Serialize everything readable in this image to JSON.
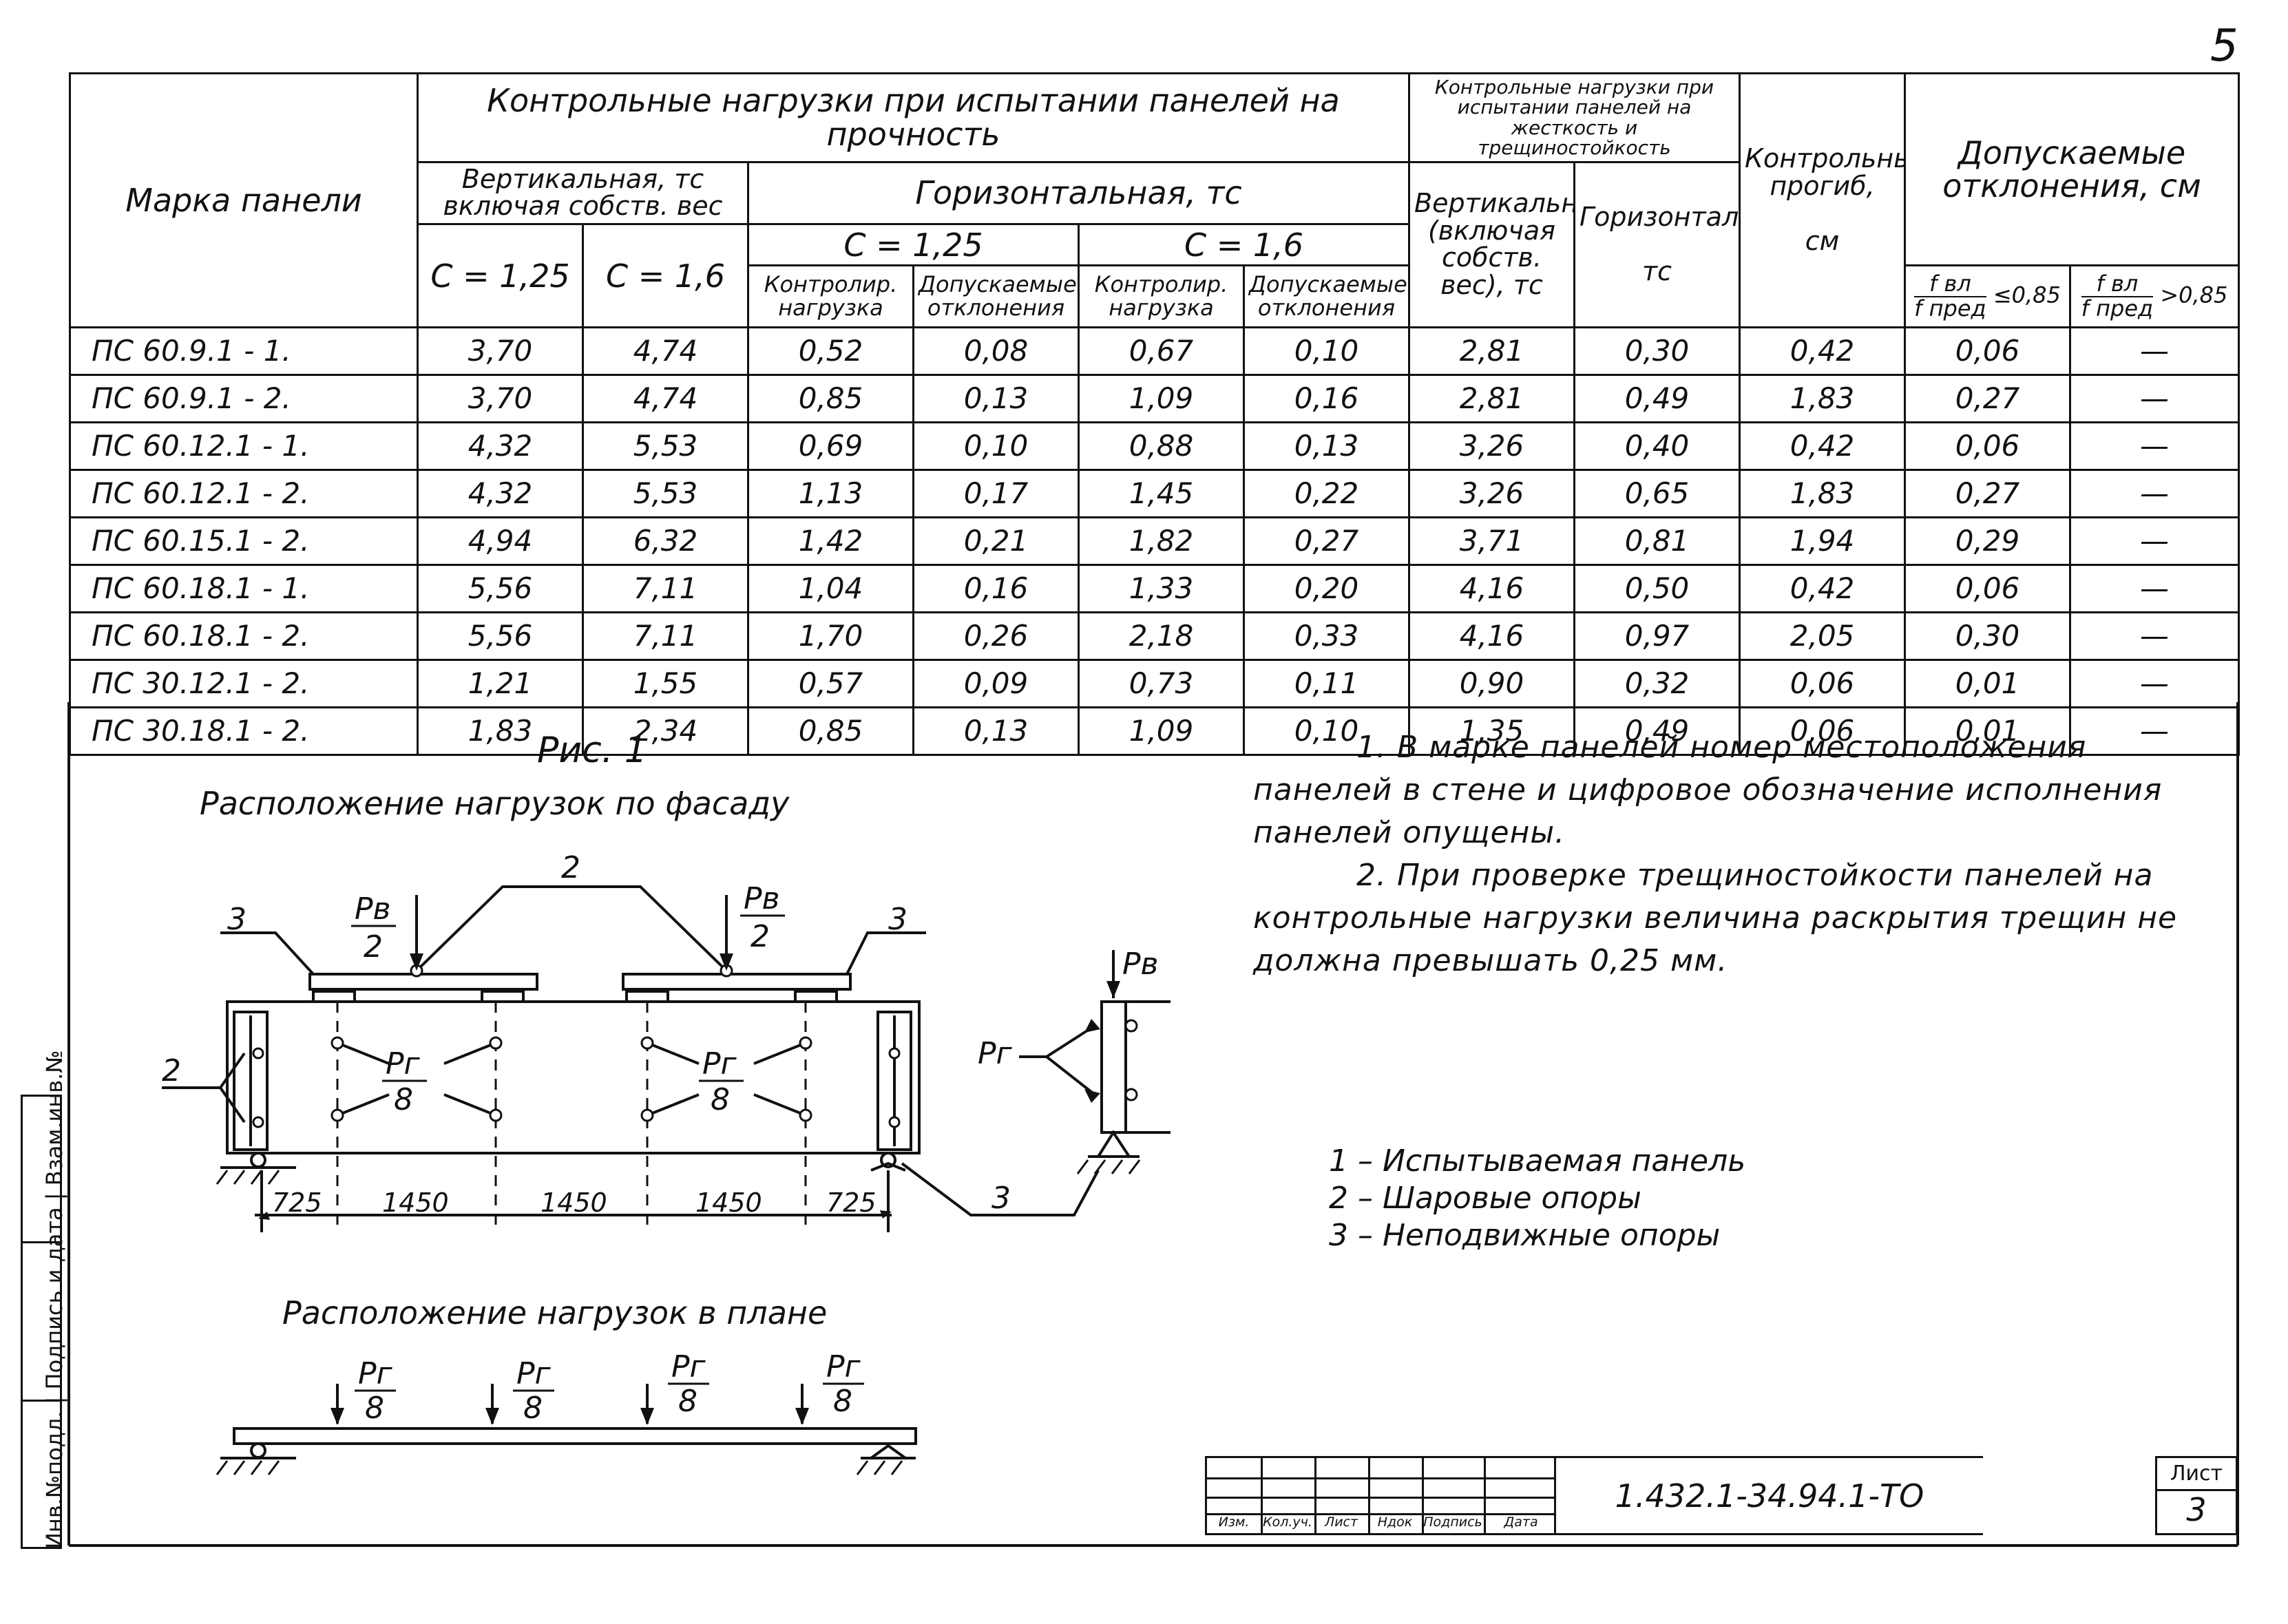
{
  "page_number": "5",
  "table": {
    "headers": {
      "panel_mark": "Марка панели",
      "strength_group": "Контрольные нагрузки при испытании панелей на прочность",
      "stiffness_group": "Контрольные нагрузки при испытании панелей на жесткость и трещиностойкость",
      "vertical": "Вертикальная, тс включая собств. вес",
      "horizontal": "Горизонтальная, тс",
      "c125": "C = 1,25",
      "c16": "C = 1,6",
      "control_load": "Контролир. нагрузка",
      "allowed_dev": "Допускаемые отклонения",
      "stiff_vertical": "Вертикальная (включая собств. вес), тс",
      "stiff_horizontal_name": "Горизонтальная,",
      "stiff_horizontal_unit": "тс",
      "control_deflection_name": "Контрольный прогиб,",
      "control_deflection_unit": "см",
      "allowed_deviation_cm": "Допускаемые отклонения, см",
      "ratio_low_num": "f вл",
      "ratio_low_den": "f пред",
      "ratio_low_cmp": "≤0,85",
      "ratio_high_num": "f вл",
      "ratio_high_den": "f пред",
      "ratio_high_cmp": ">0,85"
    },
    "rows": [
      {
        "mark": "ПС 60.9.1 - 1.",
        "v125": "3,70",
        "v16": "4,74",
        "h125": "0,52",
        "d125": "0,08",
        "h16": "0,67",
        "d16": "0,10",
        "sv": "2,81",
        "sh": "0,30",
        "defl": "0,42",
        "low": "0,06",
        "high": "—"
      },
      {
        "mark": "ПС 60.9.1 - 2.",
        "v125": "3,70",
        "v16": "4,74",
        "h125": "0,85",
        "d125": "0,13",
        "h16": "1,09",
        "d16": "0,16",
        "sv": "2,81",
        "sh": "0,49",
        "defl": "1,83",
        "low": "0,27",
        "high": "—"
      },
      {
        "mark": "ПС 60.12.1 - 1.",
        "v125": "4,32",
        "v16": "5,53",
        "h125": "0,69",
        "d125": "0,10",
        "h16": "0,88",
        "d16": "0,13",
        "sv": "3,26",
        "sh": "0,40",
        "defl": "0,42",
        "low": "0,06",
        "high": "—"
      },
      {
        "mark": "ПС 60.12.1 - 2.",
        "v125": "4,32",
        "v16": "5,53",
        "h125": "1,13",
        "d125": "0,17",
        "h16": "1,45",
        "d16": "0,22",
        "sv": "3,26",
        "sh": "0,65",
        "defl": "1,83",
        "low": "0,27",
        "high": "—"
      },
      {
        "mark": "ПС 60.15.1 - 2.",
        "v125": "4,94",
        "v16": "6,32",
        "h125": "1,42",
        "d125": "0,21",
        "h16": "1,82",
        "d16": "0,27",
        "sv": "3,71",
        "sh": "0,81",
        "defl": "1,94",
        "low": "0,29",
        "high": "—"
      },
      {
        "mark": "ПС 60.18.1 - 1.",
        "v125": "5,56",
        "v16": "7,11",
        "h125": "1,04",
        "d125": "0,16",
        "h16": "1,33",
        "d16": "0,20",
        "sv": "4,16",
        "sh": "0,50",
        "defl": "0,42",
        "low": "0,06",
        "high": "—"
      },
      {
        "mark": "ПС 60.18.1 - 2.",
        "v125": "5,56",
        "v16": "7,11",
        "h125": "1,70",
        "d125": "0,26",
        "h16": "2,18",
        "d16": "0,33",
        "sv": "4,16",
        "sh": "0,97",
        "defl": "2,05",
        "low": "0,30",
        "high": "—"
      },
      {
        "mark": "ПС 30.12.1 - 2.",
        "v125": "1,21",
        "v16": "1,55",
        "h125": "0,57",
        "d125": "0,09",
        "h16": "0,73",
        "d16": "0,11",
        "sv": "0,90",
        "sh": "0,32",
        "defl": "0,06",
        "low": "0,01",
        "high": "—"
      },
      {
        "mark": "ПС 30.18.1 - 2.",
        "v125": "1,83",
        "v16": "2,34",
        "h125": "0,85",
        "d125": "0,13",
        "h16": "1,09",
        "d16": "0,10",
        "sv": "1,35",
        "sh": "0,49",
        "defl": "0,06",
        "low": "0,01",
        "high": "—"
      }
    ]
  },
  "figure": {
    "title": "Рис. 1",
    "facade_caption": "Расположение нагрузок по фасаду",
    "plan_caption": "Расположение нагрузок в плане",
    "load_vertical_sym": "Pв",
    "load_vertical_sym_side": "Pв",
    "half_denominator": "2",
    "load_horizontal_sym": "Pг",
    "eighth_denominator": "8",
    "callout_1": "2",
    "callout_2": "2",
    "callout_3a": "3",
    "callout_3b": "3",
    "callout_3c": "3",
    "dim_1": "725",
    "dim_2": "1450",
    "dim_3": "1450",
    "dim_4": "1450",
    "dim_5": "725"
  },
  "notes": {
    "note_1": "1. В марке панелей номер местоположения панелей в стене и цифровое обозначение исполнения панелей опущены.",
    "note_2": "2. При проверке трещиностойкости панелей на контрольные нагрузки величина раскрытия трещин не должна превышать 0,25 мм."
  },
  "legend": [
    "1 – Испытываемая панель",
    "2 – Шаровые опоры",
    "3 – Неподвижные опоры"
  ],
  "stamp": {
    "labels": [
      "Изм.",
      "Кол.уч.",
      "Лист",
      "Ндок",
      "Подпись",
      "Дата"
    ],
    "doc_code": "1.432.1-34.94.1-ТО",
    "sheet_label": "Лист",
    "sheet_number": "3"
  },
  "side_strip": {
    "label": "Инв.№подл. | Подпись и дата | Взам.инв.№"
  }
}
